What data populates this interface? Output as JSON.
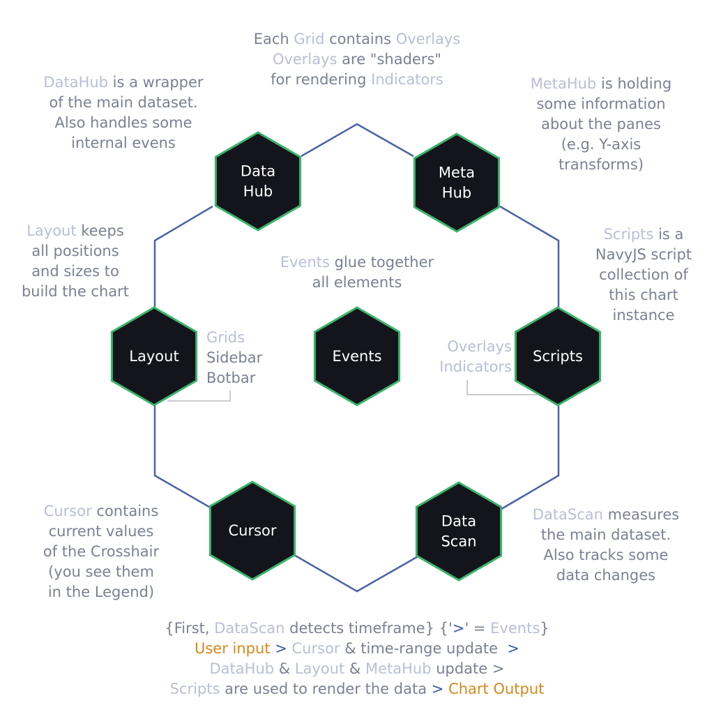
{
  "colors": {
    "hex_fill": "#14151c",
    "hex_border": "#3bb56a",
    "ring_line": "#4a63a8",
    "callout_line": "#cccccc",
    "text": "#7b8093",
    "highlight": "#b8bfd6",
    "accent": "#d6881b"
  },
  "nodes": {
    "datahub": [
      "Data",
      "Hub"
    ],
    "metahub": [
      "Meta",
      "Hub"
    ],
    "layout": [
      "Layout"
    ],
    "events": [
      "Events"
    ],
    "scripts": [
      "Scripts"
    ],
    "cursor": [
      "Cursor"
    ],
    "datascan": [
      "Data",
      "Scan"
    ]
  },
  "notes": {
    "top": [
      [
        [
          "Each ",
          "t"
        ],
        [
          "Grid",
          "h"
        ],
        [
          " contains ",
          "t"
        ],
        [
          "Overlays",
          "h"
        ]
      ],
      [
        [
          "Overlays",
          "h"
        ],
        [
          " are \"shaders\"",
          "t"
        ]
      ],
      [
        [
          "for rendering ",
          "t"
        ],
        [
          "Indicators",
          "h"
        ]
      ]
    ],
    "datahub": [
      [
        [
          "DataHub",
          "h"
        ],
        [
          " is a wrapper",
          "t"
        ]
      ],
      [
        [
          "of the main dataset.",
          "t"
        ]
      ],
      [
        [
          "Also handles some",
          "t"
        ]
      ],
      [
        [
          "internal evens",
          "t"
        ]
      ]
    ],
    "metahub": [
      [
        [
          "MetaHub",
          "h"
        ],
        [
          " is holding",
          "t"
        ]
      ],
      [
        [
          "some information",
          "t"
        ]
      ],
      [
        [
          "about the panes",
          "t"
        ]
      ],
      [
        [
          "(e.g. Y-axis",
          "t"
        ]
      ],
      [
        [
          "transforms)",
          "t"
        ]
      ]
    ],
    "layout": [
      [
        [
          "Layout",
          "h"
        ],
        [
          " keeps",
          "t"
        ]
      ],
      [
        [
          "all positions",
          "t"
        ]
      ],
      [
        [
          "and sizes to",
          "t"
        ]
      ],
      [
        [
          "build the chart",
          "t"
        ]
      ]
    ],
    "events": [
      [
        [
          "Events",
          "h"
        ],
        [
          " glue together",
          "t"
        ]
      ],
      [
        [
          "all elements",
          "t"
        ]
      ]
    ],
    "scripts": [
      [
        [
          "Scripts",
          "h"
        ],
        [
          " is a",
          "t"
        ]
      ],
      [
        [
          "NavyJS script",
          "t"
        ]
      ],
      [
        [
          "collection of",
          "t"
        ]
      ],
      [
        [
          "this chart",
          "t"
        ]
      ],
      [
        [
          "instance",
          "t"
        ]
      ]
    ],
    "layout_items": [
      [
        [
          "Grids",
          "h"
        ]
      ],
      [
        [
          "Sidebar",
          "t"
        ]
      ],
      [
        [
          "Botbar",
          "t"
        ]
      ]
    ],
    "scripts_items": [
      [
        [
          "Overlays",
          "h"
        ]
      ],
      [
        [
          "Indicators",
          "h"
        ]
      ]
    ],
    "cursor": [
      [
        [
          "Cursor",
          "h"
        ],
        [
          " contains",
          "t"
        ]
      ],
      [
        [
          "current values",
          "t"
        ]
      ],
      [
        [
          "of the Crosshair",
          "t"
        ]
      ],
      [
        [
          "(you see them",
          "t"
        ]
      ],
      [
        [
          "in the Legend)",
          "t"
        ]
      ]
    ],
    "datascan": [
      [
        [
          "DataScan",
          "h"
        ],
        [
          " measures",
          "t"
        ]
      ],
      [
        [
          "the main dataset.",
          "t"
        ]
      ],
      [
        [
          "Also tracks some",
          "t"
        ]
      ],
      [
        [
          "data changes",
          "t"
        ]
      ]
    ],
    "bottom": [
      [
        [
          "{First, ",
          "t"
        ],
        [
          "DataScan",
          "h"
        ],
        [
          " detects timeframe} {'",
          "t"
        ],
        [
          ">",
          "o"
        ],
        [
          "' = ",
          "t"
        ],
        [
          "Events",
          "h"
        ],
        [
          "}",
          "t"
        ]
      ],
      [
        [
          "User input",
          "a"
        ],
        [
          " > ",
          "o"
        ],
        [
          "Cursor",
          "h"
        ],
        [
          " & time-range update  ",
          "t"
        ],
        [
          ">",
          "o"
        ]
      ],
      [
        [
          "DataHub",
          "h"
        ],
        [
          " & ",
          "t"
        ],
        [
          "Layout",
          "h"
        ],
        [
          " & ",
          "t"
        ],
        [
          "MetaHub",
          "h"
        ],
        [
          " update >",
          "t"
        ]
      ],
      [
        [
          "Scripts",
          "h"
        ],
        [
          " are used to render the data ",
          "t"
        ],
        [
          ">",
          "o"
        ],
        [
          " ",
          "t"
        ],
        [
          "Chart Output",
          "a"
        ]
      ]
    ]
  }
}
